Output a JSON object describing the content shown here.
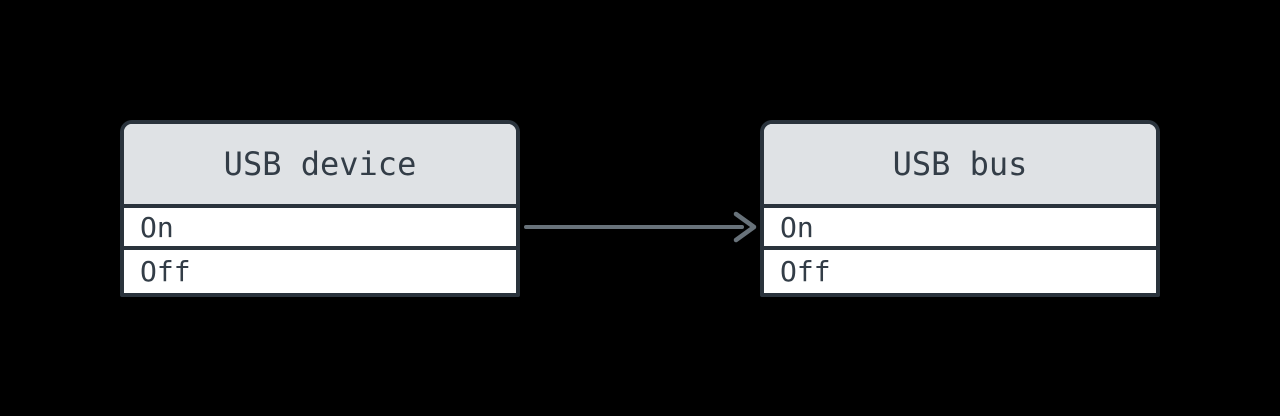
{
  "diagram": {
    "background_color": "#000000",
    "nodes": [
      {
        "id": "usb-device",
        "title": "USB device",
        "rows": [
          "On",
          "Off"
        ]
      },
      {
        "id": "usb-bus",
        "title": "USB bus",
        "rows": [
          "On",
          "Off"
        ]
      }
    ],
    "edges": [
      {
        "from": "usb-device",
        "to": "usb-bus",
        "style": "solid-arrow",
        "color": "#68727a"
      }
    ],
    "colors": {
      "node_border": "#2a333c",
      "node_header_fill": "#dfe2e5",
      "node_row_fill": "#ffffff",
      "node_text": "#333d47",
      "arrow": "#68727a"
    }
  }
}
